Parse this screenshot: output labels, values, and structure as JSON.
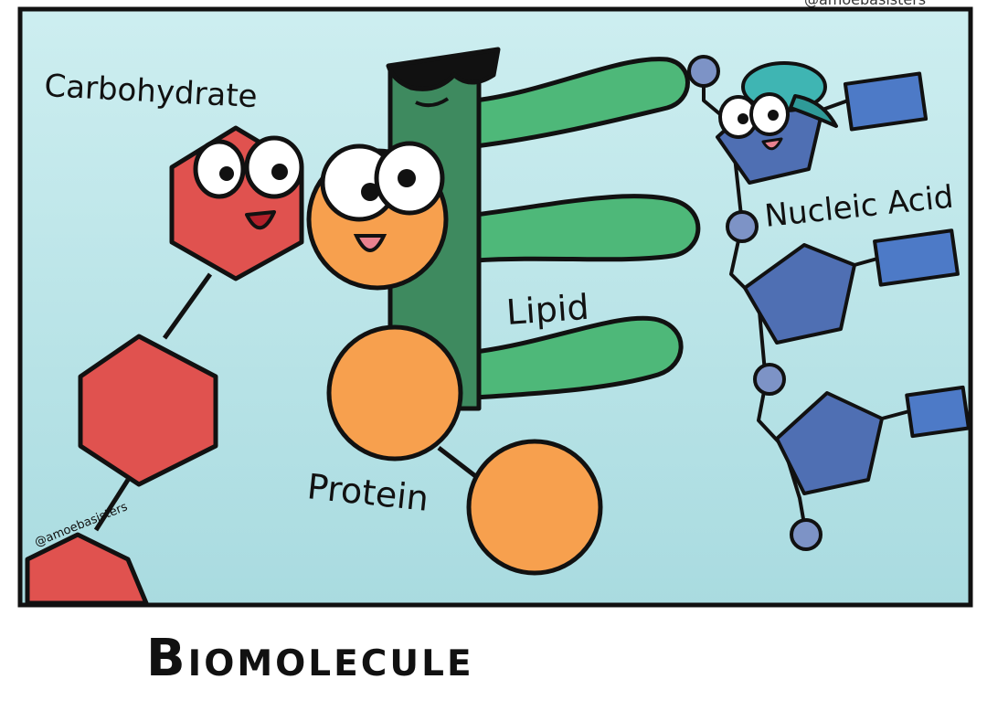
{
  "labels": {
    "carbohydrate": "Carbohydrate",
    "lipid": "Lipid",
    "protein": "Protein",
    "nucleic_acid": "Nucleic Acid"
  },
  "watermark": "@amoebasisters",
  "top_watermark": "@amoebasisters",
  "footer_title": "Biomolecule",
  "colors": {
    "background": "#bde6e8",
    "carbohydrate": "#e0524f",
    "protein": "#f7a04e",
    "lipid_tail": "#4eb879",
    "lipid_head": "#3e8a5f",
    "nucleotide": "#4f6fb3",
    "phosphate": "#7d93c6",
    "base": "#4d7ac7"
  }
}
